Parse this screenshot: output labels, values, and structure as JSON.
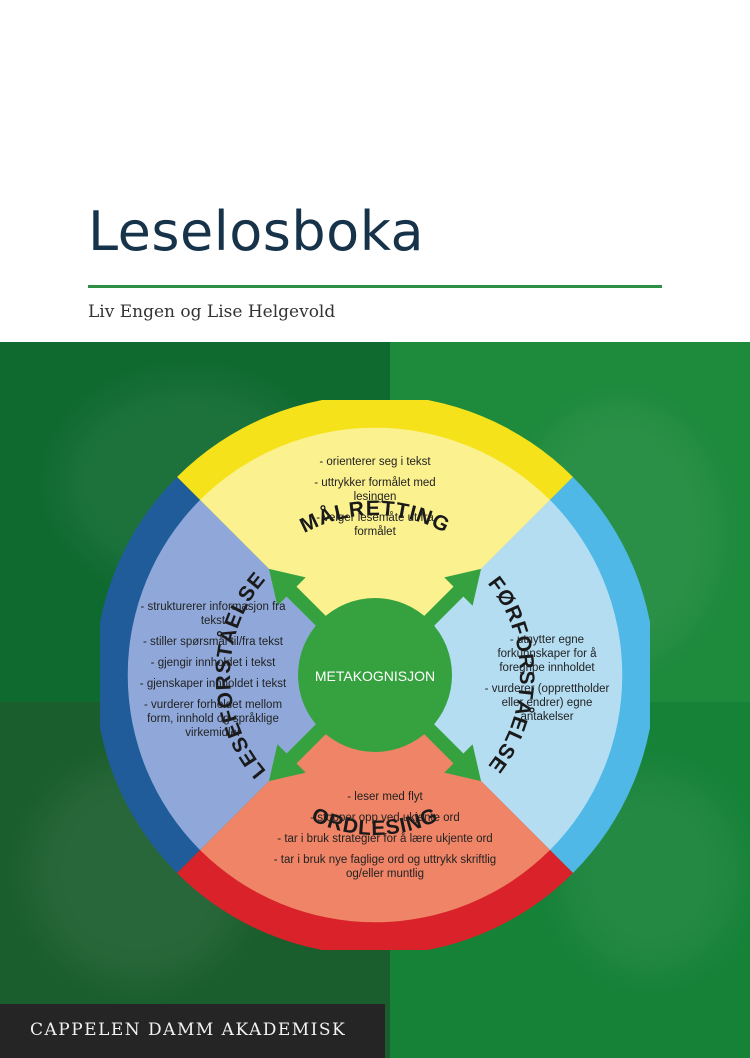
{
  "book": {
    "title": "Leselosboka",
    "authors": "Liv Engen og Lise Helgevold",
    "publisher": "CAPPELEN DAMM AKADEMISK"
  },
  "wheel": {
    "center": "METAKOGNISJON",
    "top_title": "MÅLRETTING",
    "right_title": "FØRFORSTÅELSE",
    "bottom_title": "ORDLESING",
    "left_title": "LESEFORSTÅELSE",
    "top_items": [
      "- orienterer seg i tekst",
      "- uttrykker formålet med lesingen",
      "- velger lesemåte ut fra formålet"
    ],
    "right_items": [
      "- utnytter egne forkunnskaper for å foregripe innholdet",
      "- vurderer (opprettholder eller endrer) egne antakelser"
    ],
    "bottom_items": [
      "- leser med flyt",
      "- stopper opp ved ukjente ord",
      "- tar i bruk strategier for å lære ukjente ord",
      "- tar i bruk nye faglige ord og uttrykk skriftlig og/eller muntlig"
    ],
    "left_items": [
      "- strukturerer informasjon fra tekst",
      "- stiller spørsmål til/fra tekst",
      "- gjengir innholdet i tekst",
      "- gjenskaper innholdet i tekst",
      "- vurderer forholdet mellom form, innhold og språklige virkemidler"
    ]
  },
  "colors": {
    "title": "#17334a",
    "rule": "#2f8f44",
    "top_ring": "#f5e21a",
    "top_fill": "#fbf18f",
    "right_ring": "#4fb8e6",
    "right_fill": "#b4ddf2",
    "bottom_ring": "#d9222a",
    "bottom_fill": "#ef8466",
    "left_ring": "#1f5c99",
    "left_fill": "#8fa8d9",
    "center": "#35a23f"
  }
}
